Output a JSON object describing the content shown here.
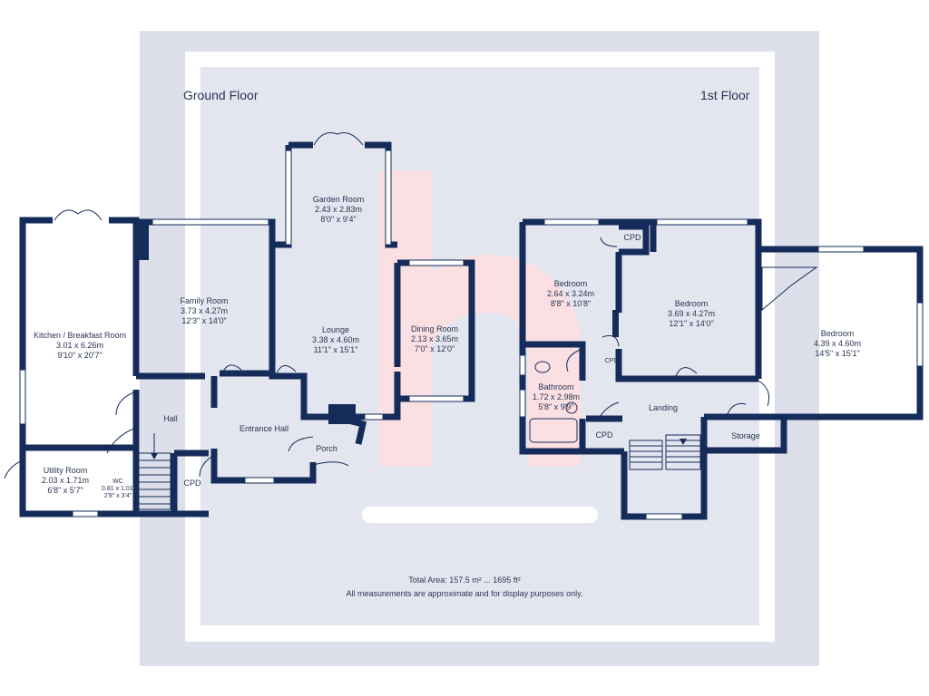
{
  "colors": {
    "wall": "#152b5a",
    "frame_outer": "#dde0ea",
    "frame_inner": "#e3e6ef",
    "watermark": "#fbe0e3"
  },
  "floors": {
    "ground": "Ground Floor",
    "first": "1st Floor"
  },
  "rooms": {
    "kitchen": {
      "name": "Kitchen / Breakfast Room",
      "metric": "3.01 x 6.26m",
      "imperial": "9'10\" x 20'7\""
    },
    "family": {
      "name": "Family Room",
      "metric": "3.73 x 4.27m",
      "imperial": "12'3\" x 14'0\""
    },
    "garden": {
      "name": "Garden Room",
      "metric": "2.43 x 2.83m",
      "imperial": "8'0\" x 9'4\""
    },
    "lounge": {
      "name": "Lounge",
      "metric": "3.38 x 4.60m",
      "imperial": "11'1\" x 15'1\""
    },
    "dining": {
      "name": "Dining Room",
      "metric": "2.13 x 3.65m",
      "imperial": "7'0\" x 12'0\""
    },
    "hall": {
      "name": "Hall"
    },
    "entrance": {
      "name": "Entrance Hall"
    },
    "porch": {
      "name": "Porch"
    },
    "utility": {
      "name": "Utility Room",
      "metric": "2.03 x 1.71m",
      "imperial": "6'8\" x 5'7\""
    },
    "wc": {
      "name": "WC",
      "metric": "0.81 x 1.01m",
      "imperial": "2'8\" x 3'4\""
    },
    "cpd_ground": {
      "name": "CPD"
    },
    "bed1": {
      "name": "Bedroom",
      "metric": "2.64 x 3.24m",
      "imperial": "8'8\" x 10'8\""
    },
    "bed2": {
      "name": "Bedroom",
      "metric": "3.69 x 4.27m",
      "imperial": "12'1\" x 14'0\""
    },
    "bed3": {
      "name": "Bedroom",
      "metric": "4.39 x 4.60m",
      "imperial": "14'5\" x 15'1\""
    },
    "bathroom": {
      "name": "Bathroom",
      "metric": "1.72 x 2.98m",
      "imperial": "5'8\" x 9'9\""
    },
    "landing": {
      "name": "Landing"
    },
    "storage": {
      "name": "Storage"
    },
    "cpd_top": {
      "name": "CPD"
    },
    "cpd_bath": {
      "name": "CPD"
    },
    "cpd_land": {
      "name": "CPD"
    }
  },
  "footer": {
    "total_area": "Total Area: 157.5 m² ... 1695 ft²",
    "disclaimer": "All measurements are approximate and for display purposes only."
  }
}
